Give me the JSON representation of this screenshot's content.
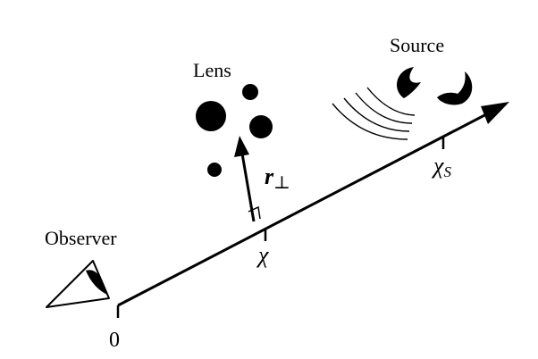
{
  "labels": {
    "observer": "Observer",
    "lens": "Lens",
    "source": "Source",
    "origin": "0",
    "chi": "χ",
    "chi_s_main": "χ",
    "chi_s_sub": "S",
    "r_main": "r",
    "r_sub": "⊥"
  },
  "colors": {
    "ink": "#000000",
    "background": "#ffffff"
  }
}
